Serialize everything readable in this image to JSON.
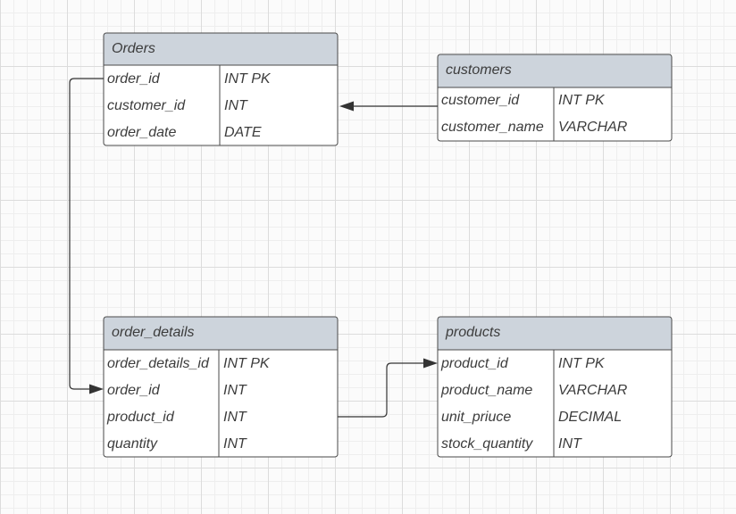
{
  "tables": {
    "orders": {
      "title": "Orders",
      "rows": [
        {
          "name": "order_id",
          "type": "INT PK"
        },
        {
          "name": "customer_id",
          "type": "INT"
        },
        {
          "name": "order_date",
          "type": "DATE"
        }
      ]
    },
    "customers": {
      "title": "customers",
      "rows": [
        {
          "name": "customer_id",
          "type": "INT PK"
        },
        {
          "name": "customer_name",
          "type": "VARCHAR"
        }
      ]
    },
    "order_details": {
      "title": "order_details",
      "rows": [
        {
          "name": "order_details_id",
          "type": "INT PK"
        },
        {
          "name": "order_id",
          "type": "INT"
        },
        {
          "name": "product_id",
          "type": "INT"
        },
        {
          "name": "quantity",
          "type": "INT"
        }
      ]
    },
    "products": {
      "title": "products",
      "rows": [
        {
          "name": "product_id",
          "type": "INT PK"
        },
        {
          "name": "product_name",
          "type": "VARCHAR"
        },
        {
          "name": "unit_priuce",
          "type": "DECIMAL"
        },
        {
          "name": "stock_quantity",
          "type": "INT"
        }
      ]
    }
  },
  "relationships": [
    {
      "from": "customers.customer_id",
      "to": "orders.customer_id"
    },
    {
      "from": "orders.order_id",
      "to": "order_details.order_id"
    },
    {
      "from": "order_details.product_id",
      "to": "products.product_id"
    }
  ],
  "colors": {
    "header_fill": "#cdd4dc",
    "border": "#4a4a4a",
    "text": "#3c3c3c",
    "connector": "#333333"
  }
}
